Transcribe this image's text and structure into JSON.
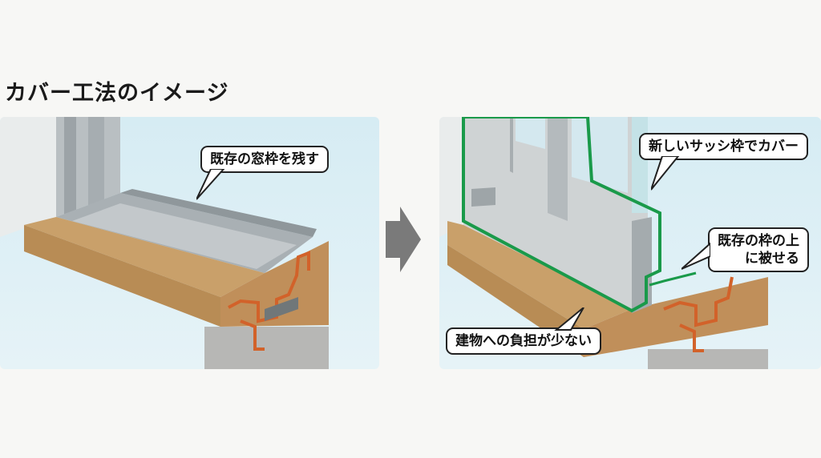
{
  "title": "カバー工法のイメージ",
  "left_panel": {
    "callout": "既存の窓枠を残す"
  },
  "right_panel": {
    "callout_top": "新しいサッシ枠でカバー",
    "callout_mid_line1": "既存の枠の上",
    "callout_mid_line2": "に被せる",
    "callout_bottom": "建物への負担が少ない"
  },
  "colors": {
    "new_frame_outline": "#1a9a4a",
    "old_frame_outline": "#d2622a",
    "wood": "#c9a06a",
    "sky": "#d8edf4",
    "arrow": "#7a7a7a"
  }
}
